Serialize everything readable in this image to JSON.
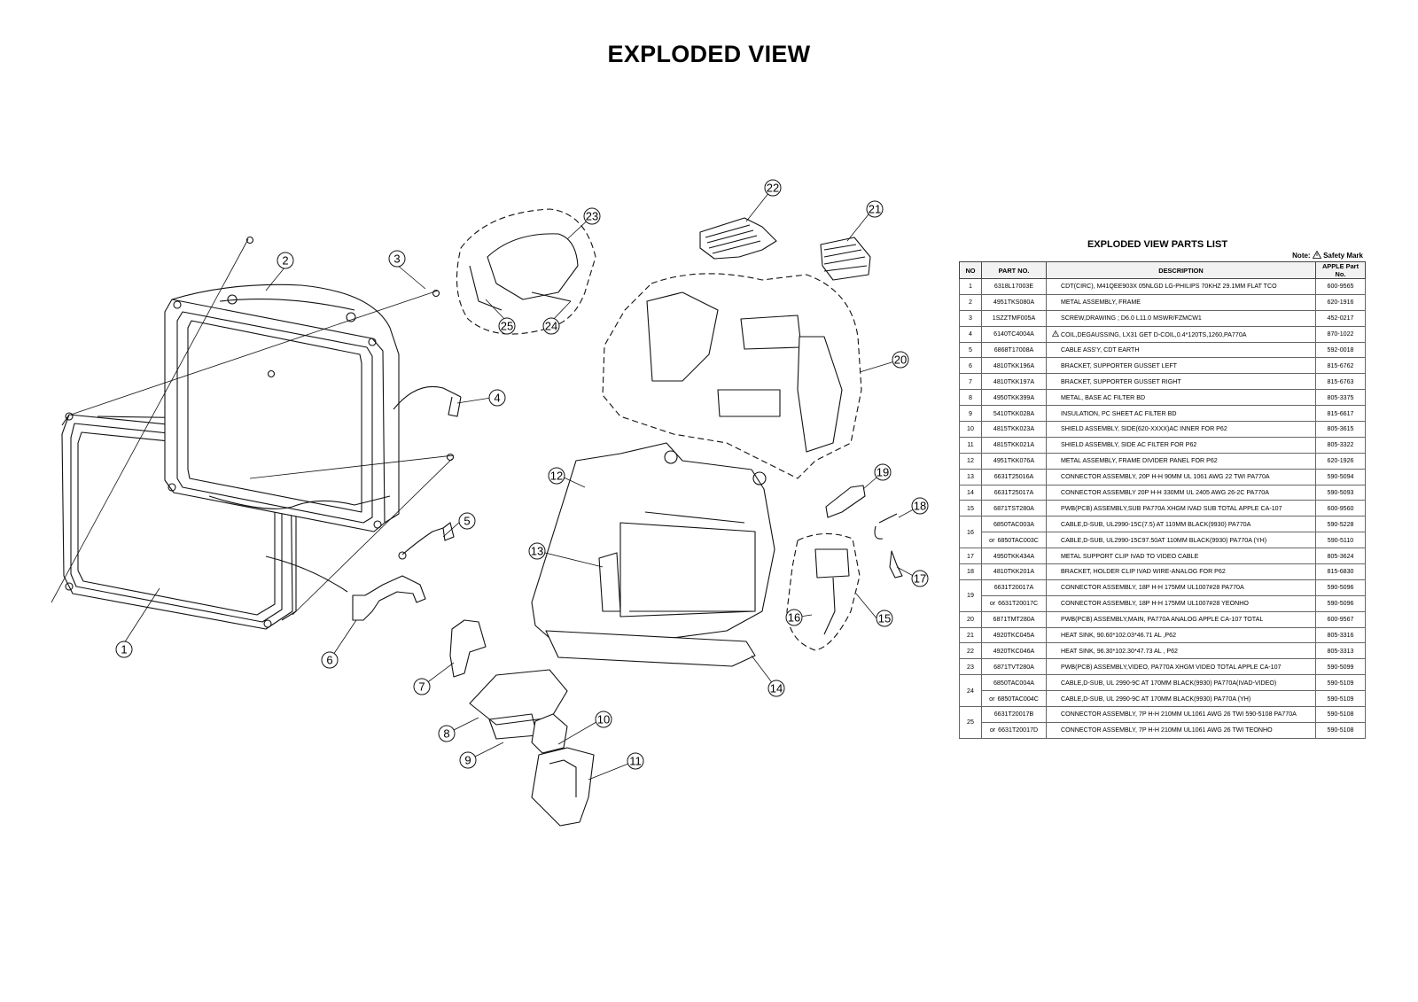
{
  "page": {
    "title": "EXPLODED VIEW"
  },
  "parts_list": {
    "title": "EXPLODED VIEW PARTS LIST",
    "note_label": "Note:",
    "safety_mark_label": "Safety Mark",
    "headers": {
      "no": "NO",
      "part_no": "PART NO.",
      "description": "DESCRIPTION",
      "apple": "APPLE Part No."
    },
    "rows": [
      {
        "no": "1",
        "part": "6318L17003E",
        "desc": "CDT(CIRC), M41QEE903X 05NLGD LG-PHILIPS 70KHZ 29.1MM FLAT TCO",
        "apple": "600-9565"
      },
      {
        "no": "2",
        "part": "4951TKS080A",
        "desc": "METAL ASSEMBLY, FRAME",
        "apple": "620-1916"
      },
      {
        "no": "3",
        "part": "1SZZTMF005A",
        "desc": "SCREW,DRAWING ; D6.0 L11.0 MSWR/FZMCW1",
        "apple": "452-0217"
      },
      {
        "no": "4",
        "part": "6140TC4004A",
        "desc": "COIL,DEGAUSSING, LX31 GET D-COIL,0.4*120TS,1260,PA770A",
        "apple": "870-1022",
        "safety": true
      },
      {
        "no": "5",
        "part": "6868T17008A",
        "desc": "CABLE ASS'Y, CDT EARTH",
        "apple": "592-0018"
      },
      {
        "no": "6",
        "part": "4810TKK196A",
        "desc": "BRACKET,  SUPPORTER GUSSET LEFT",
        "apple": "815-6762"
      },
      {
        "no": "7",
        "part": "4810TKK197A",
        "desc": "BRACKET,  SUPPORTER GUSSET RIGHT",
        "apple": "815-6763"
      },
      {
        "no": "8",
        "part": "4950TKK399A",
        "desc": "METAL, BASE  AC FILTER BD",
        "apple": "805-3375"
      },
      {
        "no": "9",
        "part": "5410TKK028A",
        "desc": "INSULATION, PC SHEET  AC FILTER BD",
        "apple": "815-6617"
      },
      {
        "no": "10",
        "part": "4815TKK023A",
        "desc": "SHIELD ASSEMBLY, SIDE(620-XXXX)AC INNER FOR P62",
        "apple": "805-3615"
      },
      {
        "no": "11",
        "part": "4815TKK021A",
        "desc": "SHIELD ASSEMBLY, SIDE AC FILTER FOR P62",
        "apple": "805-3322"
      },
      {
        "no": "12",
        "part": "4951TKK076A",
        "desc": "METAL ASSEMBLY, FRAME DIVIDER PANEL FOR P62",
        "apple": "620-1926"
      },
      {
        "no": "13",
        "part": "6631T25016A",
        "desc": "CONNECTOR ASSEMBLY, 20P H-H 90MM UL 1061 AWG 22 TWI PA770A",
        "apple": "590-5094"
      },
      {
        "no": "14",
        "part": "6631T25017A",
        "desc": "CONNECTOR ASSEMBLY  20P H-H 330MM UL 2405 AWG 26-2C PA770A",
        "apple": "590-5093"
      },
      {
        "no": "15",
        "part": "6871TST280A",
        "desc": "PWB(PCB) ASSEMBLY,SUB PA770A XHGM IVAD SUB TOTAL APPLE CA-107",
        "apple": "600-9560"
      },
      {
        "no": "16",
        "part": "6850TAC003A",
        "desc": "CABLE,D-SUB, UL2990-15C(7.5) AT 110MM BLACK(9930) PA770A",
        "apple": "590-5228",
        "span": 2
      },
      {
        "alt": true,
        "part": "6850TAC003C",
        "desc": "CABLE,D-SUB,  UL2990-15C97.50AT 110MM BLACK(9930) PA770A (YH)",
        "apple": "590-5110"
      },
      {
        "no": "17",
        "part": "4950TKK434A",
        "desc": "METAL   SUPPORT CLIP IVAD TO VIDEO CABLE",
        "apple": "805-3624"
      },
      {
        "no": "18",
        "part": "4810TKK201A",
        "desc": "BRACKET,  HOLDER CLIP IVAD WIRE-ANALOG FOR P62",
        "apple": "815-6830"
      },
      {
        "no": "19",
        "part": "6631T20017A",
        "desc": "CONNECTOR ASSEMBLY, 18P H-H 175MM UL1007#28 PA770A",
        "apple": "590-5096",
        "span": 2
      },
      {
        "alt": true,
        "part": "6631T20017C",
        "desc": "CONNECTOR ASSEMBLY, 18P H-H 175MM UL1007#28  YEONHO",
        "apple": "590-5096"
      },
      {
        "no": "20",
        "part": "6871TMT280A",
        "desc": "PWB(PCB) ASSEMBLY,MAIN, PA770A ANALOG APPLE CA-107 TOTAL",
        "apple": "600-9567"
      },
      {
        "no": "21",
        "part": "4920TKC045A",
        "desc": "HEAT SINK, 90.60*102.03*46.71 AL ,P62",
        "apple": "805-3316"
      },
      {
        "no": "22",
        "part": "4920TKC046A",
        "desc": "HEAT SINK, 96.30*102.30*47.73 AL , P62",
        "apple": "805-3313"
      },
      {
        "no": "23",
        "part": "6871TVT280A",
        "desc": "PWB(PCB) ASSEMBLY,VIDEO, PA770A XHGM  VIDEO TOTAL APPLE CA-107",
        "apple": "590-5099"
      },
      {
        "no": "24",
        "part": "6850TAC004A",
        "desc": "CABLE,D-SUB, UL 2990-9C AT 170MM BLACK(9930) PA770A(IVAD-VIDEO)",
        "apple": "590-5109",
        "span": 2
      },
      {
        "alt": true,
        "part": "6850TAC004C",
        "desc": "CABLE,D-SUB, UL 2990-9C AT 170MM BLACK(9930) PA770A (YH)",
        "apple": "590-5109"
      },
      {
        "no": "25",
        "part": "6631T20017B",
        "desc": "CONNECTOR ASSEMBLY, 7P H-H 210MM UL1061 AWG 26 TWI 590-5108 PA770A",
        "apple": "590-5108",
        "span": 2
      },
      {
        "alt": true,
        "part": "6631T20017D",
        "desc": "CONNECTOR ASSEMBLY, 7P H-H 210MM UL1061 AWG 26 TWI TEONHO",
        "apple": "590-5108"
      }
    ],
    "alt_prefix": "or"
  },
  "callouts": [
    "1",
    "2",
    "3",
    "4",
    "5",
    "6",
    "7",
    "8",
    "9",
    "10",
    "11",
    "12",
    "13",
    "14",
    "15",
    "16",
    "17",
    "18",
    "19",
    "20",
    "21",
    "22",
    "23",
    "24",
    "25"
  ]
}
